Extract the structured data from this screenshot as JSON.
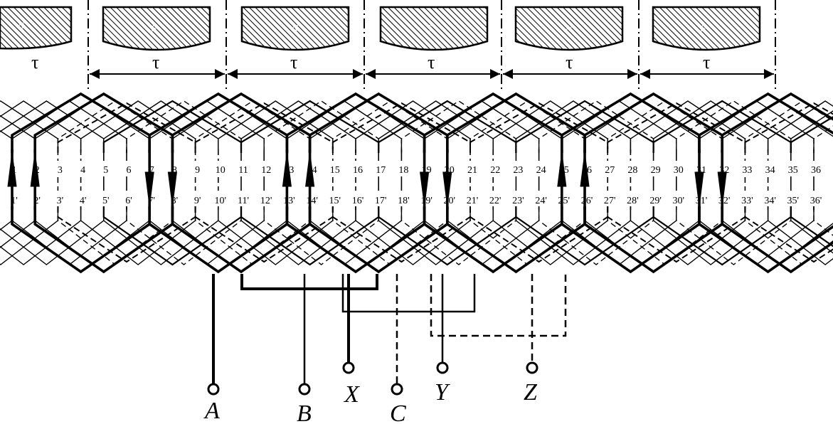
{
  "poles": [
    {
      "label": "N"
    },
    {
      "label": "S"
    },
    {
      "label": "N"
    },
    {
      "label": "S"
    },
    {
      "label": "N"
    },
    {
      "label": "S"
    }
  ],
  "pole_pitch_symbol": "τ",
  "slots": {
    "top": [
      "1",
      "2",
      "3",
      "4",
      "5",
      "6",
      "7",
      "8",
      "9",
      "10",
      "11",
      "12",
      "13",
      "14",
      "15",
      "16",
      "17",
      "18",
      "19",
      "20",
      "21",
      "22",
      "23",
      "24",
      "25",
      "26",
      "27",
      "28",
      "29",
      "30",
      "31",
      "32",
      "33",
      "34",
      "35",
      "36"
    ],
    "bottom": [
      "1'",
      "2'",
      "3'",
      "4'",
      "5'",
      "6'",
      "7'",
      "8'",
      "9'",
      "10'",
      "11'",
      "12'",
      "13'",
      "14'",
      "15'",
      "16'",
      "17'",
      "18'",
      "19'",
      "20'",
      "21'",
      "22'",
      "23'",
      "24'",
      "25'",
      "26'",
      "27'",
      "28'",
      "29'",
      "30'",
      "31'",
      "32'",
      "33'",
      "34'",
      "35'",
      "36'"
    ]
  },
  "terminals": [
    {
      "name": "A"
    },
    {
      "name": "B"
    },
    {
      "name": "X"
    },
    {
      "name": "C"
    },
    {
      "name": "Y"
    },
    {
      "name": "Z"
    }
  ],
  "colors": {
    "ink": "#000000",
    "background": "#ffffff"
  }
}
